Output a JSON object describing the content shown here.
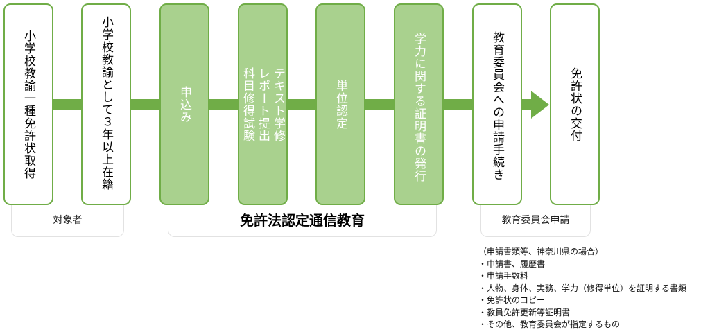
{
  "steps": [
    {
      "text": "小学校教諭一種免許状取得",
      "highlight": false
    },
    {
      "text": "小学校教諭として３年以上在籍",
      "highlight": false
    },
    {
      "text": "申込み",
      "highlight": true
    },
    {
      "text": "テキスト学修\nレポート提出\n科目修得試験",
      "highlight": true
    },
    {
      "text": "単位認定",
      "highlight": true
    },
    {
      "text": "学力に関する証明書の発行",
      "highlight": true
    },
    {
      "text": "教育委員会への申請手続き",
      "highlight": false
    },
    {
      "text": "免許状の交付",
      "highlight": false
    }
  ],
  "groups": {
    "target": "対象者",
    "course": "免許法認定通信教育",
    "board": "教育委員会申請"
  },
  "notes": [
    "（申請書類等、神奈川県の場合）",
    "・申請書、履歴書",
    "・申請手数料",
    "・人物、身体、実務、学力（修得単位）を証明する書類",
    "・免許状のコピー",
    "・教員免許更新等証明書",
    "・その他、教育委員会が指定するもの"
  ],
  "colors": {
    "green": "#70ad47",
    "light_green": "#a9d18e"
  }
}
